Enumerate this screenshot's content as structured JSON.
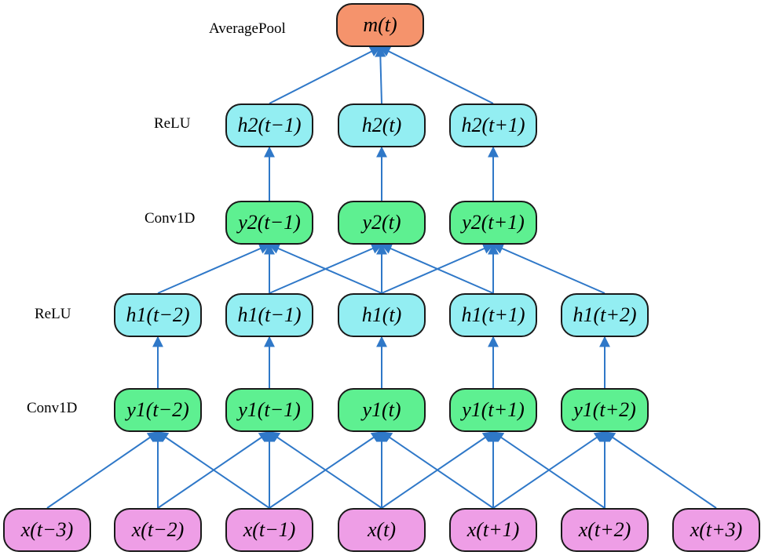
{
  "colors": {
    "input": "#ee9ee6",
    "conv": "#5ef091",
    "relu": "#93eef2",
    "pool": "#f5936c",
    "edge": "#2f78c8"
  },
  "labels": {
    "pool": "AveragePool",
    "relu2": "ReLU",
    "conv2": "Conv1D",
    "relu1": "ReLU",
    "conv1": "Conv1D"
  },
  "nodes": {
    "m": "m(t)",
    "h2": [
      "h2(t−1)",
      "h2(t)",
      "h2(t+1)"
    ],
    "y2": [
      "y2(t−1)",
      "y2(t)",
      "y2(t+1)"
    ],
    "h1": [
      "h1(t−2)",
      "h1(t−1)",
      "h1(t)",
      "h1(t+1)",
      "h1(t+2)"
    ],
    "y1": [
      "y1(t−2)",
      "y1(t−1)",
      "y1(t)",
      "y1(t+1)",
      "y1(t+2)"
    ],
    "x": [
      "x(t−3)",
      "x(t−2)",
      "x(t−1)",
      "x(t)",
      "x(t+1)",
      "x(t+2)",
      "x(t+3)"
    ]
  }
}
